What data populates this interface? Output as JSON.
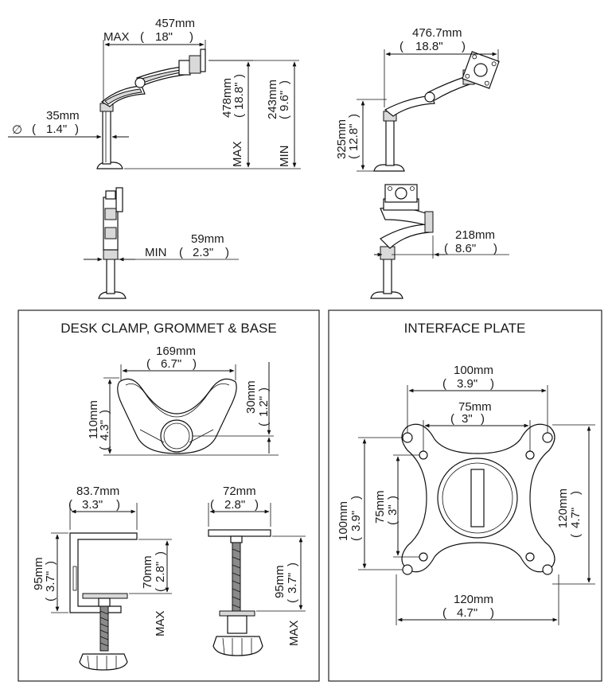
{
  "side_view_max": {
    "reach_label": "MAX",
    "reach_mm": "457mm",
    "reach_in": "18\"",
    "pole_diameter_symbol": "∅",
    "pole_mm": "35mm",
    "pole_in": "1.4\"",
    "height_max_label": "MAX",
    "height_max_mm": "478mm",
    "height_max_in": "18.8\"",
    "height_min_label": "MIN",
    "height_min_mm": "243mm",
    "height_min_in": "9.6\""
  },
  "side_view_tilt": {
    "reach_mm": "476.7mm",
    "reach_in": "18.8\"",
    "height_mm": "325mm",
    "height_in": "12.8\""
  },
  "front_view_min": {
    "label": "MIN",
    "mm": "59mm",
    "in": "2.3\""
  },
  "front_view_ext": {
    "mm": "218mm",
    "in": "8.6\""
  },
  "clamp_panel": {
    "title": "DESK CLAMP, GROMMET & BASE",
    "base_width_mm": "169mm",
    "base_width_in": "6.7\"",
    "base_depth_mm": "110mm",
    "base_depth_in": "4.3\"",
    "base_hole_mm": "30mm",
    "base_hole_in": "1.2\"",
    "clamp_width_mm": "83.7mm",
    "clamp_width_in": "3.3\"",
    "clamp_height_mm": "95mm",
    "clamp_height_in": "3.7\"",
    "clamp_max_label": "MAX",
    "clamp_max_mm": "70mm",
    "clamp_max_in": "2.8\"",
    "grommet_width_mm": "72mm",
    "grommet_width_in": "2.8\"",
    "grommet_max_label": "MAX",
    "grommet_max_mm": "95mm",
    "grommet_max_in": "3.7\""
  },
  "interface_panel": {
    "title": "INTERFACE PLATE",
    "outer_h_mm": "100mm",
    "outer_h_in": "3.9\"",
    "inner_h_mm": "75mm",
    "inner_h_in": "3\"",
    "outer_v_mm": "100mm",
    "outer_v_in": "3.9\"",
    "inner_v_mm": "75mm",
    "inner_v_in": "3\"",
    "right_mm": "120mm",
    "right_in": "4.7\"",
    "bottom_mm": "120mm",
    "bottom_in": "4.7\""
  }
}
